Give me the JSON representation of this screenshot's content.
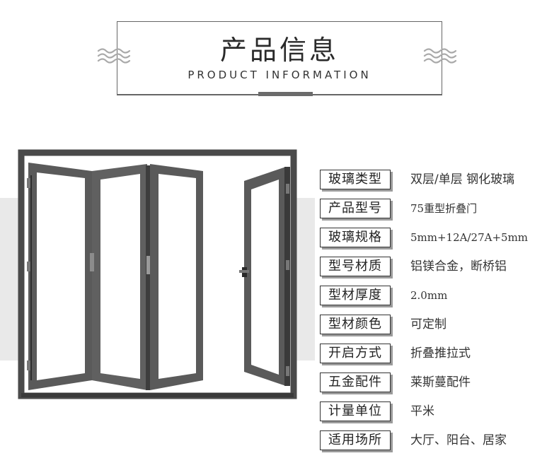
{
  "header": {
    "title": "产品信息",
    "subtitle": "PRODUCT INFORMATION"
  },
  "colors": {
    "frame": "#555555",
    "label_border": "#333333",
    "label_shadow": "#9a9a9a"
  },
  "specs": [
    {
      "label": "玻璃类型",
      "value": "双层/单层 钢化玻璃"
    },
    {
      "label": "产品型号",
      "value": "75重型折叠门"
    },
    {
      "label": "玻璃规格",
      "value": "5mm+12A/27A+5mm"
    },
    {
      "label": "型号材质",
      "value": "铝镁合金，断桥铝"
    },
    {
      "label": "型材厚度",
      "value": "2.0mm"
    },
    {
      "label": "型材颜色",
      "value": "可定制"
    },
    {
      "label": "开启方式",
      "value": "折叠推拉式"
    },
    {
      "label": "五金配件",
      "value": "莱斯蔓配件"
    },
    {
      "label": "计量单位",
      "value": "平米"
    },
    {
      "label": "适用场所",
      "value": "大厅、阳台、居家"
    }
  ]
}
